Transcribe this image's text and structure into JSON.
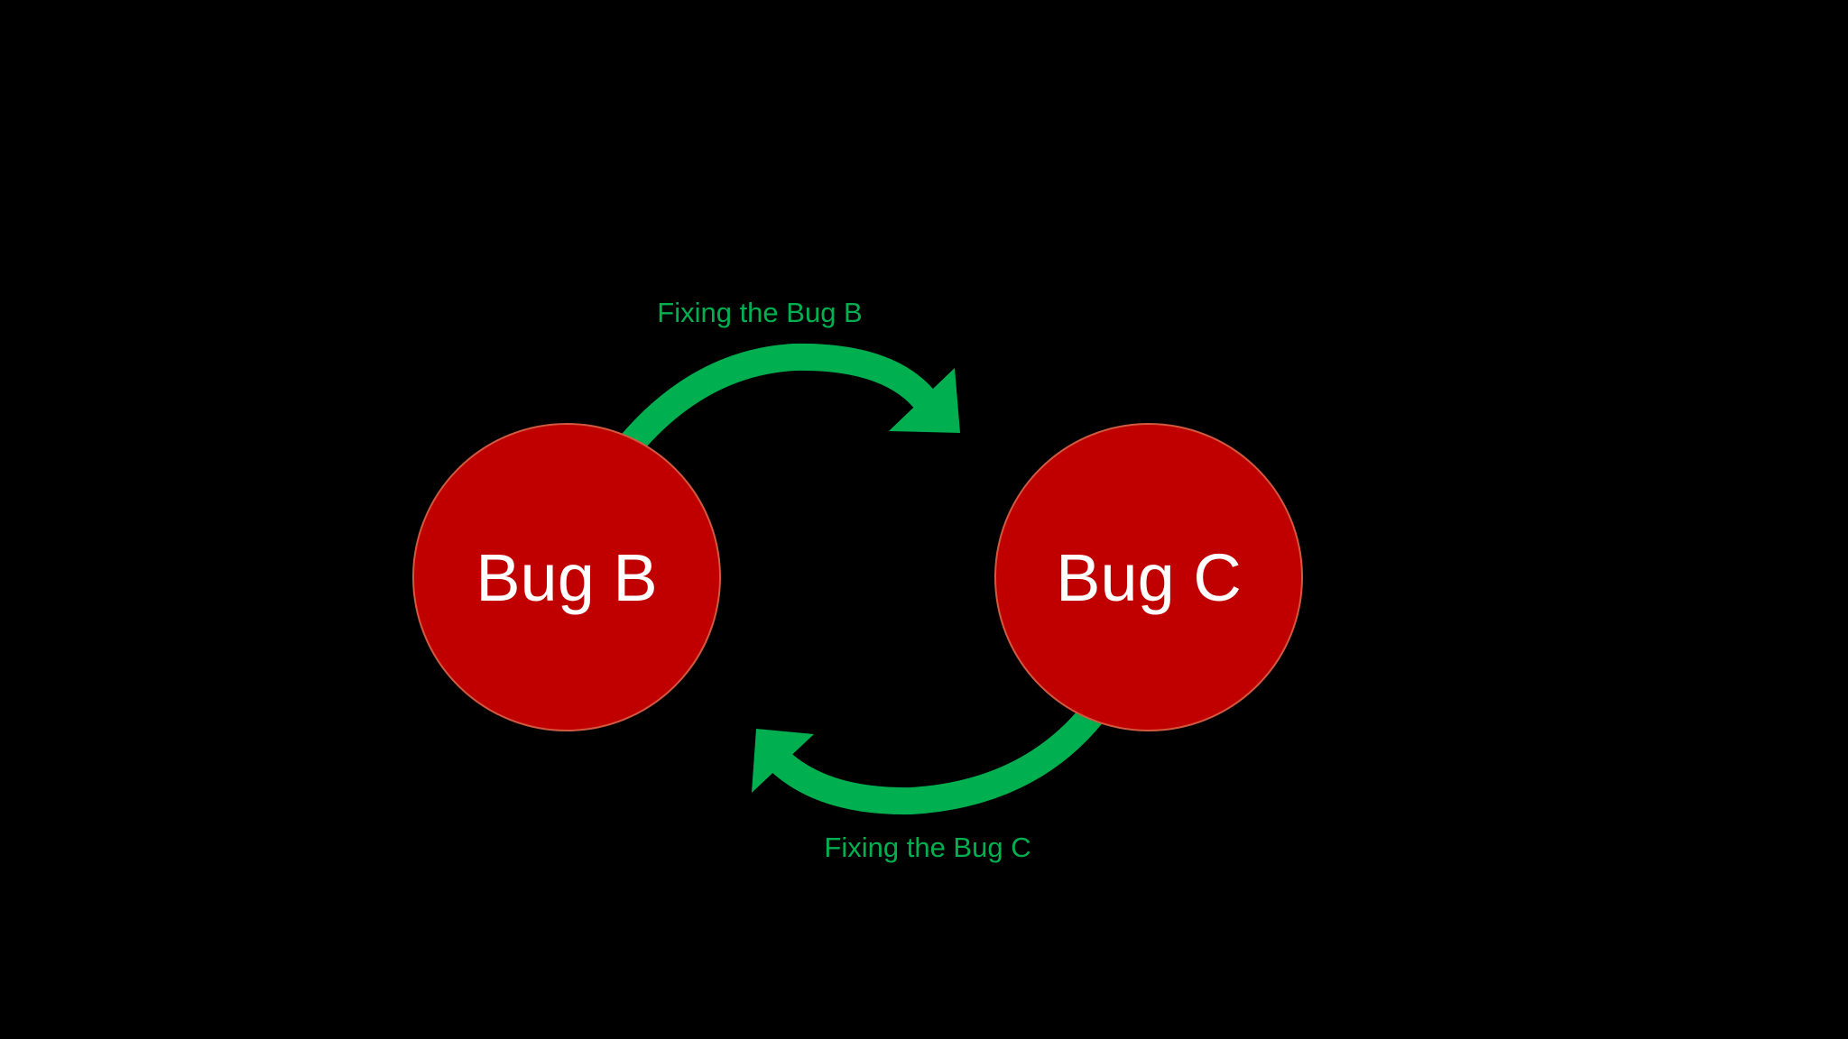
{
  "diagram": {
    "nodes": [
      {
        "id": "bug-b",
        "label": "Bug B"
      },
      {
        "id": "bug-c",
        "label": "Bug C"
      }
    ],
    "edges": [
      {
        "from": "bug-b",
        "to": "bug-c",
        "label": "Fixing the Bug B"
      },
      {
        "from": "bug-c",
        "to": "bug-b",
        "label": "Fixing the Bug C"
      }
    ]
  },
  "colors": {
    "background": "#000000",
    "node_fill": "#c00000",
    "node_stroke": "#d0593f",
    "node_text": "#ffffff",
    "arrow": "#00b050",
    "arrow_label": "#00b050"
  }
}
